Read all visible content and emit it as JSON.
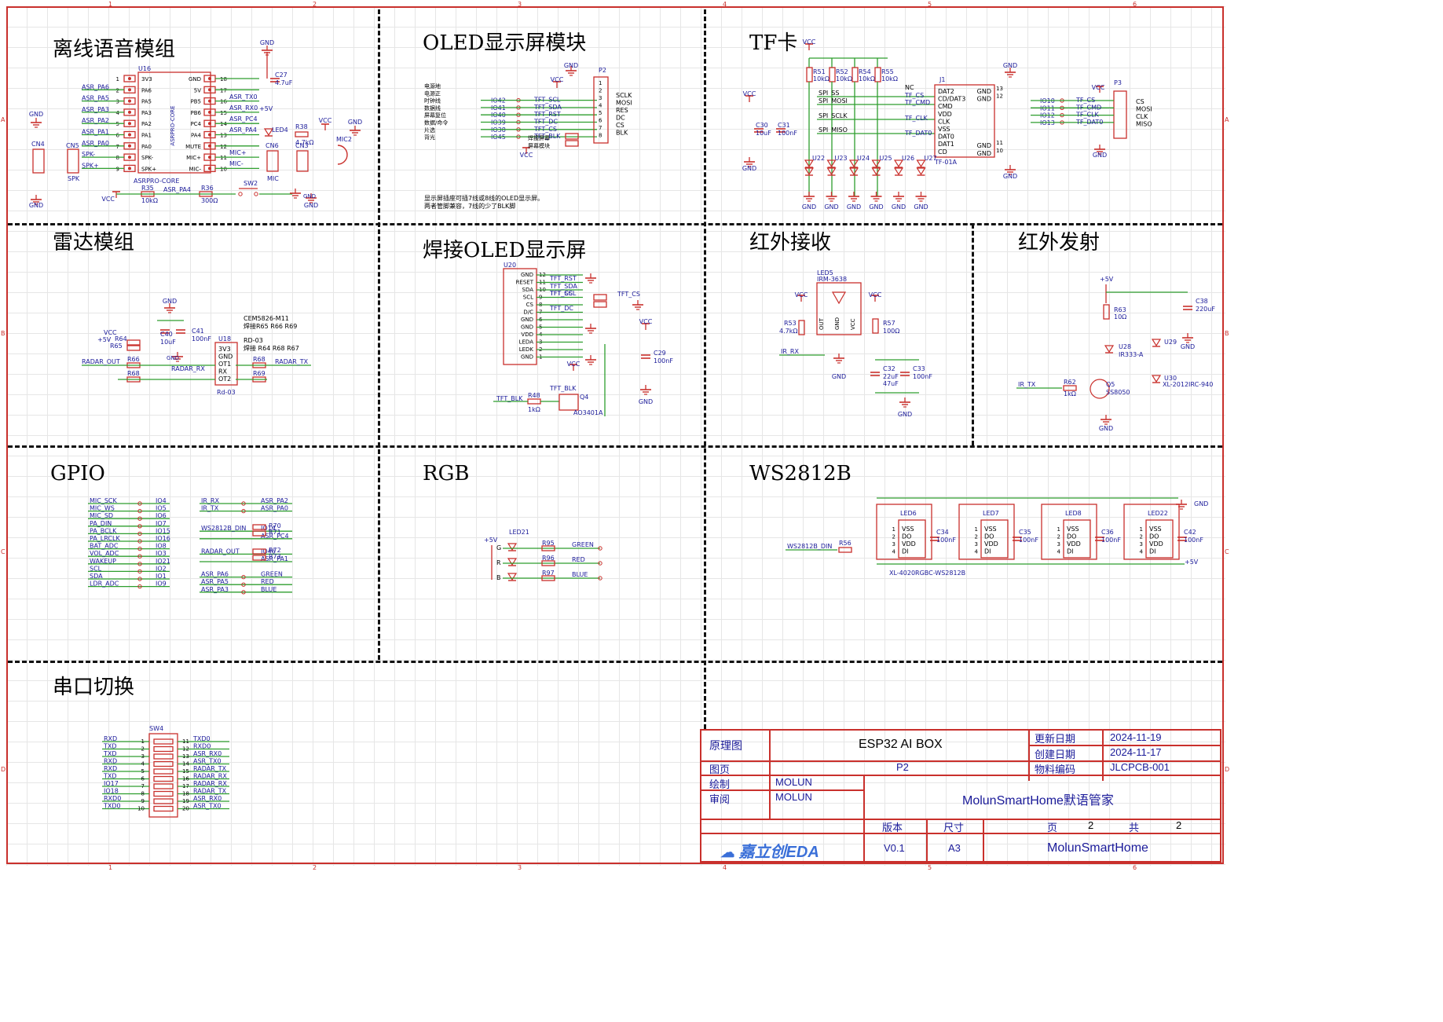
{
  "ruler": {
    "cols": [
      "1",
      "2",
      "3",
      "4",
      "5",
      "6"
    ],
    "rows": [
      "A",
      "B",
      "C",
      "D"
    ]
  },
  "sections": {
    "voice": "离线语音模组",
    "oled": "OLED显示屏模块",
    "tf": "TF卡",
    "radar": "雷达模组",
    "oled_solder": "焊接OLED显示屏",
    "ir_rx": "红外接收",
    "ir_tx": "红外发射",
    "gpio": "GPIO",
    "rgb": "RGB",
    "ws2812b": "WS2812B",
    "uart": "串口切换"
  },
  "colors": {
    "part": "#c9302c",
    "wire": "#2e9e2e",
    "net": "#1a1a99",
    "text": "#000000"
  },
  "voice": {
    "u16": {
      "ref": "U16",
      "name": "ASRPRO-CORE",
      "left_pins": [
        [
          "1",
          "3V3"
        ],
        [
          "2",
          "PA6"
        ],
        [
          "3",
          "PA5"
        ],
        [
          "4",
          "PA3"
        ],
        [
          "5",
          "PA2"
        ],
        [
          "6",
          "PA1"
        ],
        [
          "7",
          "PA0"
        ],
        [
          "8",
          "SPK-"
        ],
        [
          "9",
          "SPK+"
        ]
      ],
      "right_pins": [
        [
          "18",
          "GND"
        ],
        [
          "17",
          "5V"
        ],
        [
          "16",
          "PB5"
        ],
        [
          "15",
          "PB6"
        ],
        [
          "14",
          "PC4"
        ],
        [
          "13",
          "PA4"
        ],
        [
          "12",
          "MUTE"
        ],
        [
          "11",
          "MIC+"
        ],
        [
          "10",
          "MIC-"
        ]
      ]
    },
    "left_nets": [
      "ASR_PA6",
      "ASR_PA5",
      "ASR_PA3",
      "ASR_PA2",
      "ASR_PA1",
      "ASR_PA0",
      "SPK-",
      "SPK+"
    ],
    "right_nets": [
      "ASR_TX0",
      "ASR_RX0",
      "ASR_PC4",
      "ASR_PA4",
      "MIC+",
      "MIC-"
    ],
    "plus5v": "+5V",
    "labels": [
      "GND",
      "C27",
      "4.7uF",
      "LED4",
      "R38",
      "4.7kΩ",
      "VCC",
      "GND",
      "MIC2",
      "CN4",
      "GND",
      "GND",
      "CN5",
      "SPK",
      "CN6",
      "MIC",
      "CN3",
      "GND",
      "GND",
      "VCC",
      "R35",
      "10kΩ",
      "ASR_PA4",
      "R36",
      "300Ω",
      "SW2",
      "GND",
      "ASRPRO-CORE"
    ]
  },
  "oled": {
    "rows": [
      {
        "cn": "电源地",
        "io": "",
        "net": ""
      },
      {
        "cn": "电源正",
        "io": "",
        "net": ""
      },
      {
        "cn": "时钟线",
        "io": "IO42",
        "net": "TFT_SCL"
      },
      {
        "cn": "数据线",
        "io": "IO41",
        "net": "TFT_SDA"
      },
      {
        "cn": "屏幕复位",
        "io": "IO40",
        "net": "TFT_RST"
      },
      {
        "cn": "数据/命令",
        "io": "IO39",
        "net": "TFT_DC"
      },
      {
        "cn": "片选",
        "io": "IO38",
        "net": "TFT_CS"
      },
      {
        "cn": "背光",
        "io": "IO45",
        "net": "TFT_BLK"
      }
    ],
    "p2": {
      "ref": "P2",
      "pins": [
        "1",
        "2",
        "3",
        "4",
        "5",
        "6",
        "7",
        "8"
      ],
      "labels": [
        "SCLK",
        "MOSI",
        "RES",
        "DC",
        "CS",
        "BLK"
      ]
    },
    "extra": [
      "GND",
      "VCC",
      "VCC",
      "焊接屏幕",
      "屏幕模块"
    ],
    "note1": "显示屏插座可插7线或8线的OLED显示屏。",
    "note2": "两者管脚兼容，7线的少了BLK脚"
  },
  "tf": {
    "resistors": [
      [
        "R51",
        "10kΩ"
      ],
      [
        "R52",
        "10kΩ"
      ],
      [
        "R54",
        "10kΩ"
      ],
      [
        "R55",
        "10kΩ"
      ]
    ],
    "caps": [
      [
        "C30",
        "10uF"
      ],
      [
        "C31",
        "100nF"
      ]
    ],
    "spi": [
      "SPI_SS",
      "SPI_MOSI",
      "SPI_SCLK",
      "SPI_MISO"
    ],
    "j1": {
      "ref": "J1",
      "name": "TF-01A",
      "pins": [
        "DAT2",
        "CD/DAT3",
        "CMD",
        "VDD",
        "CLK",
        "VSS",
        "DAT0",
        "DAT1",
        "CD"
      ],
      "right": [
        "GND",
        "GND",
        "GND",
        "GND"
      ],
      "rpins": [
        "13",
        "12",
        "11",
        "10"
      ]
    },
    "nets": [
      "NC",
      "TF_CS",
      "TF_CMD",
      "TF_CLK",
      "TF_DAT0"
    ],
    "tvs": [
      "U22",
      "U23",
      "U24",
      "U25",
      "U26",
      "U27"
    ],
    "p3": {
      "ref": "P3",
      "io": [
        "IO10",
        "IO11",
        "IO12",
        "IO13"
      ],
      "nets": [
        "TF_CS",
        "TF_CMD",
        "TF_CLK",
        "TF_DAT0"
      ],
      "labels": [
        "CS",
        "MOSI",
        "CLK",
        "MISO"
      ]
    },
    "misc": [
      "VCC",
      "VCC",
      "GND",
      "GND",
      "GND",
      "VCC",
      "GND",
      "GND"
    ]
  },
  "radar": {
    "u18": {
      "ref": "U18",
      "name": "Rd-03",
      "pins": [
        "3V3",
        "GND",
        "OT1",
        "RX",
        "OT2"
      ]
    },
    "note1": "CEM5826-M11",
    "note2": "焊接R65 R66 R69",
    "note3": "RD-03",
    "note4": "焊接 R64 R68 R67",
    "parts": [
      "R64",
      "R65",
      "R66",
      "R67",
      "R68",
      "R69",
      "C40",
      "10uF",
      "C41",
      "100nF"
    ],
    "nets": [
      "RADAR_OUT",
      "RADAR_RX",
      "RADAR_TX"
    ],
    "misc": [
      "GND",
      "VCC",
      "+5V",
      "GND"
    ]
  },
  "oled_solder": {
    "u20": {
      "ref": "U20",
      "pins": [
        "GND",
        "RESET",
        "SDA",
        "SCL",
        "CS",
        "D/C",
        "GND",
        "GND",
        "VDD",
        "LEDA",
        "LEDK",
        "GND"
      ],
      "nums": [
        "12",
        "11",
        "10",
        "9",
        "8",
        "7",
        "6",
        "5",
        "4",
        "3",
        "2",
        "1"
      ]
    },
    "nets": [
      "TFT_RST",
      "TFT_SDA",
      "TFT_SCL",
      "TFT_DC",
      "TFT_CS",
      "TFT_BLK"
    ],
    "parts": [
      "R48",
      "1kΩ",
      "Q4",
      "AO3401A",
      "C29",
      "100nF",
      "VCC",
      "VCC",
      "GND"
    ]
  },
  "ir_rx": {
    "parts": [
      "LED5",
      "IRM-3638",
      "R53",
      "4.7kΩ",
      "R57",
      "100Ω",
      "C32",
      "22uF",
      "C33",
      "100nF",
      "47uF"
    ],
    "net": "IR_RX",
    "pins": [
      "OUT",
      "GND",
      "VCC"
    ],
    "misc": [
      "VCC",
      "VCC",
      "GND",
      "GND"
    ]
  },
  "ir_tx": {
    "parts": [
      "R63",
      "10Ω",
      "C38",
      "220uF",
      "U28",
      "IR333-A",
      "U29",
      "U30",
      "XL-2012IRC-940",
      "R62",
      "1kΩ",
      "Q5",
      "SS8050"
    ],
    "net": "IR_TX",
    "misc": [
      "+5V",
      "GND",
      "GND"
    ]
  },
  "gpio": {
    "left": [
      [
        "MIC_SCK",
        "IO4"
      ],
      [
        "MIC_WS",
        "IO5"
      ],
      [
        "MIC_SD",
        "IO6"
      ],
      [
        "PA_DIN",
        "IO7"
      ],
      [
        "PA_BCLK",
        "IO15"
      ],
      [
        "PA_LRCLK",
        "IO16"
      ],
      [
        "BAT_ADC",
        "IO8"
      ],
      [
        "VOL_ADC",
        "IO3"
      ],
      [
        "WAKEUP",
        "IO21"
      ],
      [
        "SCL",
        "IO2"
      ],
      [
        "SDA",
        "IO1"
      ],
      [
        "LDR_ADC",
        "IO9"
      ]
    ],
    "right": [
      [
        "IR_RX",
        "ASR_PA2"
      ],
      [
        "IR_TX",
        "ASR_PA0"
      ],
      [
        "WS2812B_DIN",
        "IO14"
      ],
      [
        "",
        "ASR_PC4"
      ],
      [
        "RADAR_OUT",
        "IO46"
      ],
      [
        "",
        "ASR_PA1"
      ],
      [
        "ASR_PA6",
        "GREEN"
      ],
      [
        "ASR_PA5",
        "RED"
      ],
      [
        "ASR_PA3",
        "BLUE"
      ]
    ],
    "resistors": [
      "R70",
      "R71",
      "R72",
      "R73"
    ]
  },
  "rgb": {
    "led": "LED21",
    "plus": "+5V",
    "rows": [
      [
        "G",
        "R95",
        "GREEN"
      ],
      [
        "R",
        "R96",
        "RED"
      ],
      [
        "B",
        "R97",
        "BLUE"
      ]
    ]
  },
  "ws": {
    "leds": [
      [
        "LED6",
        "C34"
      ],
      [
        "LED7",
        "C35"
      ],
      [
        "LED8",
        "C36"
      ],
      [
        "LED22",
        "C42"
      ]
    ],
    "pins": [
      "VSS",
      "DO",
      "VDD",
      "DI"
    ],
    "cap_val": "100nF",
    "din": "WS2812B_DIN",
    "r": "R56",
    "part": "XL-4020RGBC-WS2812B",
    "misc": [
      "GND",
      "+5V"
    ]
  },
  "uart": {
    "ref": "SW4",
    "left": [
      "RXD",
      "TXD",
      "TXD",
      "RXD",
      "RXD",
      "TXD",
      "IO17",
      "IO18",
      "RXD0",
      "TXD0"
    ],
    "right": [
      "TXD0",
      "RXD0",
      "ASR_RX0",
      "ASR_TX0",
      "RADAR_TX",
      "RADAR_RX",
      "RADAR_RX",
      "RADAR_TX",
      "ASR_RX0",
      "ASR_TX0"
    ]
  },
  "title_block": {
    "label_schematic": "原理图",
    "project": "ESP32 AI BOX",
    "label_updated": "更新日期",
    "updated": "2024-11-19",
    "label_created": "创建日期",
    "created": "2024-11-17",
    "label_page": "图页",
    "page": "P2",
    "label_part_code": "物料编码",
    "part_code": "JLCPCB-001",
    "label_drawn": "绘制",
    "drawn_by": "MOLUN",
    "label_reviewed": "审阅",
    "reviewed_by": "MOLUN",
    "company": "MolunSmartHome默语管家",
    "label_version": "版本",
    "label_size": "尺寸",
    "label_sheet": "页",
    "sheet": "2",
    "label_total": "共",
    "total": "2",
    "version": "V0.1",
    "size": "A3",
    "footer": "MolunSmartHome",
    "logo": "嘉立创EDA"
  }
}
